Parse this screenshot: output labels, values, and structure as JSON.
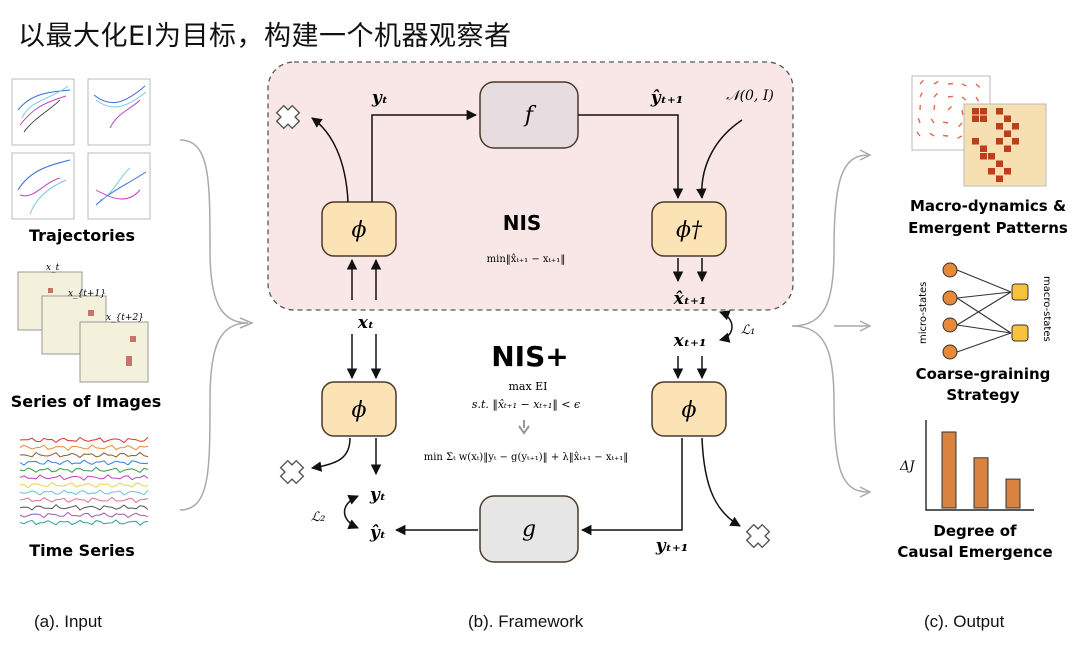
{
  "title": "以最大化EI为目标，构建一个机器观察者",
  "captions": {
    "input": "(a). Input",
    "framework": "(b). Framework",
    "output": "(c). Output"
  },
  "inputs": {
    "trajectories": "Trajectories",
    "series_images": "Series of Images",
    "time_series": "Time Series",
    "img_labels": [
      "x_t",
      "x_{t+1}",
      "x_{t+2}"
    ]
  },
  "framework": {
    "nis_label": "NIS",
    "nis_plus_label": "NIS+",
    "nis_objective": "min‖x̂ₜ₊₁ − xₜ₊₁‖",
    "max_ei": "max EI",
    "constraint": "s.t. ‖x̂ₜ₊₁ − xₜ₊₁‖ < ϵ",
    "loss_full": "min Σₜ w(xₜ)‖yₜ − g(yₜ₊₁)‖ + λ‖x̂ₜ₊₁ − xₜ₊₁‖",
    "phi": "ϕ",
    "phi_dagger": "ϕ†",
    "f": "f",
    "g": "g",
    "noise": "𝒩(0, I)",
    "y_t": "yₜ",
    "y_hat_t1": "ŷₜ₊₁",
    "x_t": "xₜ",
    "x_hat_t1": "x̂ₜ₊₁",
    "x_t1": "xₜ₊₁",
    "y_hat_t": "ŷₜ",
    "y_t1": "yₜ₊₁",
    "L1": "ℒ₁",
    "L2": "ℒ₂"
  },
  "outputs": {
    "macro_dynamics": [
      "Macro-dynamics &",
      "Emergent Patterns"
    ],
    "coarse_graining": [
      "Coarse-graining",
      "Strategy"
    ],
    "degree": [
      "Degree of",
      "Causal Emergence"
    ],
    "micro_states": "micro-states",
    "macro_states": "macro-states",
    "delta_j": "ΔJ",
    "bar_values": [
      1.0,
      0.66,
      0.38
    ]
  },
  "colors": {
    "nis_bg": "#f9e7e7",
    "phi_fill": "#fbe3b5",
    "phi_stroke": "#4a3a2a",
    "f_fill": "#e7dde0",
    "g_fill": "#e6e6e6",
    "bar": "#d9833e",
    "node": "#e8893a",
    "macro_node": "#f7c23c"
  }
}
